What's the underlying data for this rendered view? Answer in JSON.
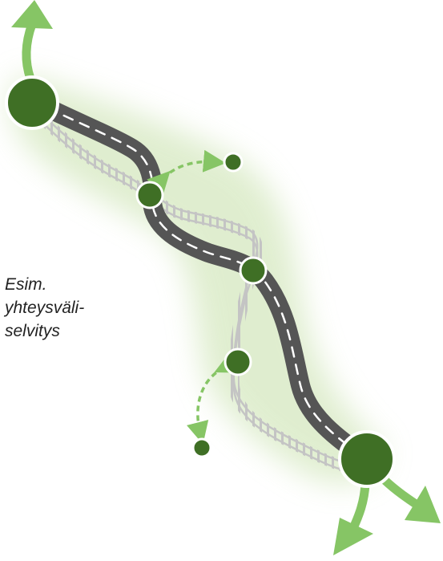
{
  "caption": {
    "lines": [
      "Esim.",
      "yhteysväli-",
      "selvitys"
    ]
  },
  "colors": {
    "corridor": "#d5e8c0",
    "road": "#555555",
    "road_marking": "#ffffff",
    "rail": "#c4c4c4",
    "node": "#3f6f25",
    "node_outline": "#ffffff",
    "arrow": "#86c565",
    "connector": "#86c565"
  },
  "icons": {
    "main_node": "large-green-circle",
    "stop_node": "small-green-circle",
    "through_traffic": "thick-green-arrow",
    "local_link": "dashed-double-arrow"
  }
}
